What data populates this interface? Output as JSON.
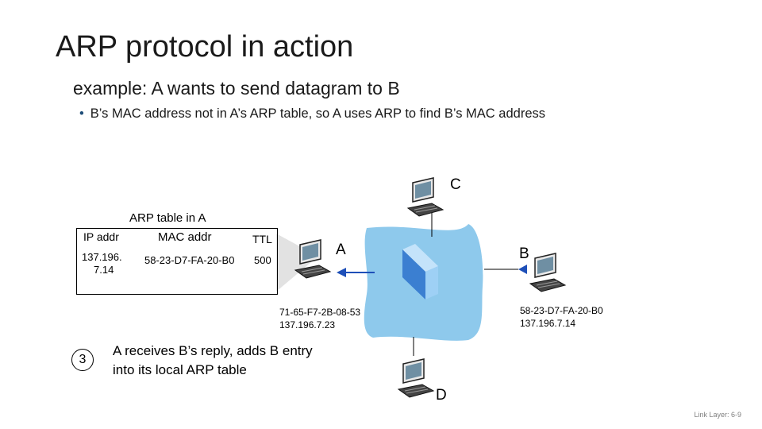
{
  "slide": {
    "title": "ARP protocol in action",
    "subtitle": "example: A wants to send datagram to B",
    "bullet": "B’s MAC address not in A’s ARP table, so A uses ARP to find B’s MAC address",
    "footer": "Link Layer: 6-9"
  },
  "arp_table": {
    "caption": "ARP table in A",
    "headers": [
      "IP addr",
      "MAC addr",
      "TTL"
    ],
    "row": {
      "ip_line1": "137.196.",
      "ip_line2": "7.14",
      "mac": "58-23-D7-FA-20-B0",
      "ttl": "500"
    }
  },
  "nodes": {
    "a": {
      "label": "A",
      "mac": "71-65-F7-2B-08-53",
      "ip": "137.196.7.23"
    },
    "b": {
      "label": "B",
      "mac": "58-23-D7-FA-20-B0",
      "ip": "137.196.7.14"
    },
    "c": {
      "label": "C"
    },
    "d": {
      "label": "D"
    }
  },
  "step": {
    "number": "3",
    "line1": "A receives B’s reply, adds B entry",
    "line2": "into its local ARP table"
  },
  "colors": {
    "network_fill": "#8ec9ec",
    "switch_front": "#3b7fd1",
    "switch_side": "#9ed0f5",
    "arrow": "#1e4fb8",
    "zoom_fill": "#e2e2e2"
  }
}
